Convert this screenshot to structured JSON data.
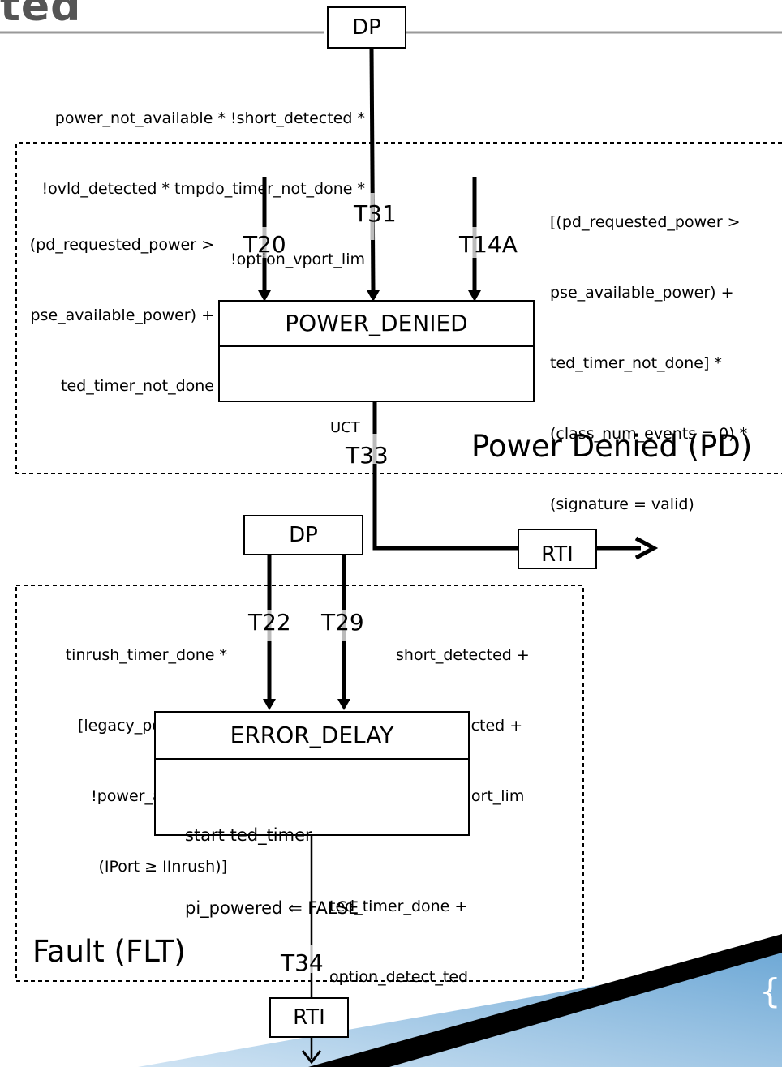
{
  "slide": {
    "title_fragment": "ted",
    "corner_symbol": "{"
  },
  "nodes": {
    "dp_top": "DP",
    "dp_mid": "DP",
    "rti_right": "RTI",
    "rti_bottom": "RTI"
  },
  "states": {
    "power_denied": {
      "name": "POWER_DENIED",
      "actions": []
    },
    "error_delay": {
      "name": "ERROR_DELAY",
      "actions": [
        "start ted_timer",
        "pi_powered ⇐ FALSE"
      ]
    }
  },
  "regions": {
    "pd": "Power Denied (PD)",
    "flt": "Fault (FLT)"
  },
  "transitions": {
    "t31": {
      "id": "T31",
      "condition": [
        "power_not_available * !short_detected *",
        "!ovld_detected * tmpdo_timer_not_done *",
        "!option_vport_lim"
      ]
    },
    "t20": {
      "id": "T20",
      "condition": [
        "(pd_requested_power >",
        "pse_available_power) +",
        "ted_timer_not_done"
      ]
    },
    "t14a": {
      "id": "T14A",
      "condition": [
        "[(pd_requested_power >",
        "pse_available_power) +",
        "ted_timer_not_done] *",
        "(class_num_events = 0) *",
        "(signature = valid)"
      ]
    },
    "t33": {
      "id": "T33",
      "condition": [
        "UCT"
      ]
    },
    "t22": {
      "id": "T22",
      "condition": [
        "tinrush_timer_done *",
        "[legacy_powerup +",
        "!power_applied +",
        "(IPort ≥ IInrush)]"
      ]
    },
    "t29": {
      "id": "T29",
      "condition": [
        "short_detected +",
        "ovld_detected +",
        "option_vport_lim"
      ]
    },
    "t34": {
      "id": "T34",
      "condition": [
        "ted_timer_done +",
        "option_detect_ted"
      ]
    }
  }
}
